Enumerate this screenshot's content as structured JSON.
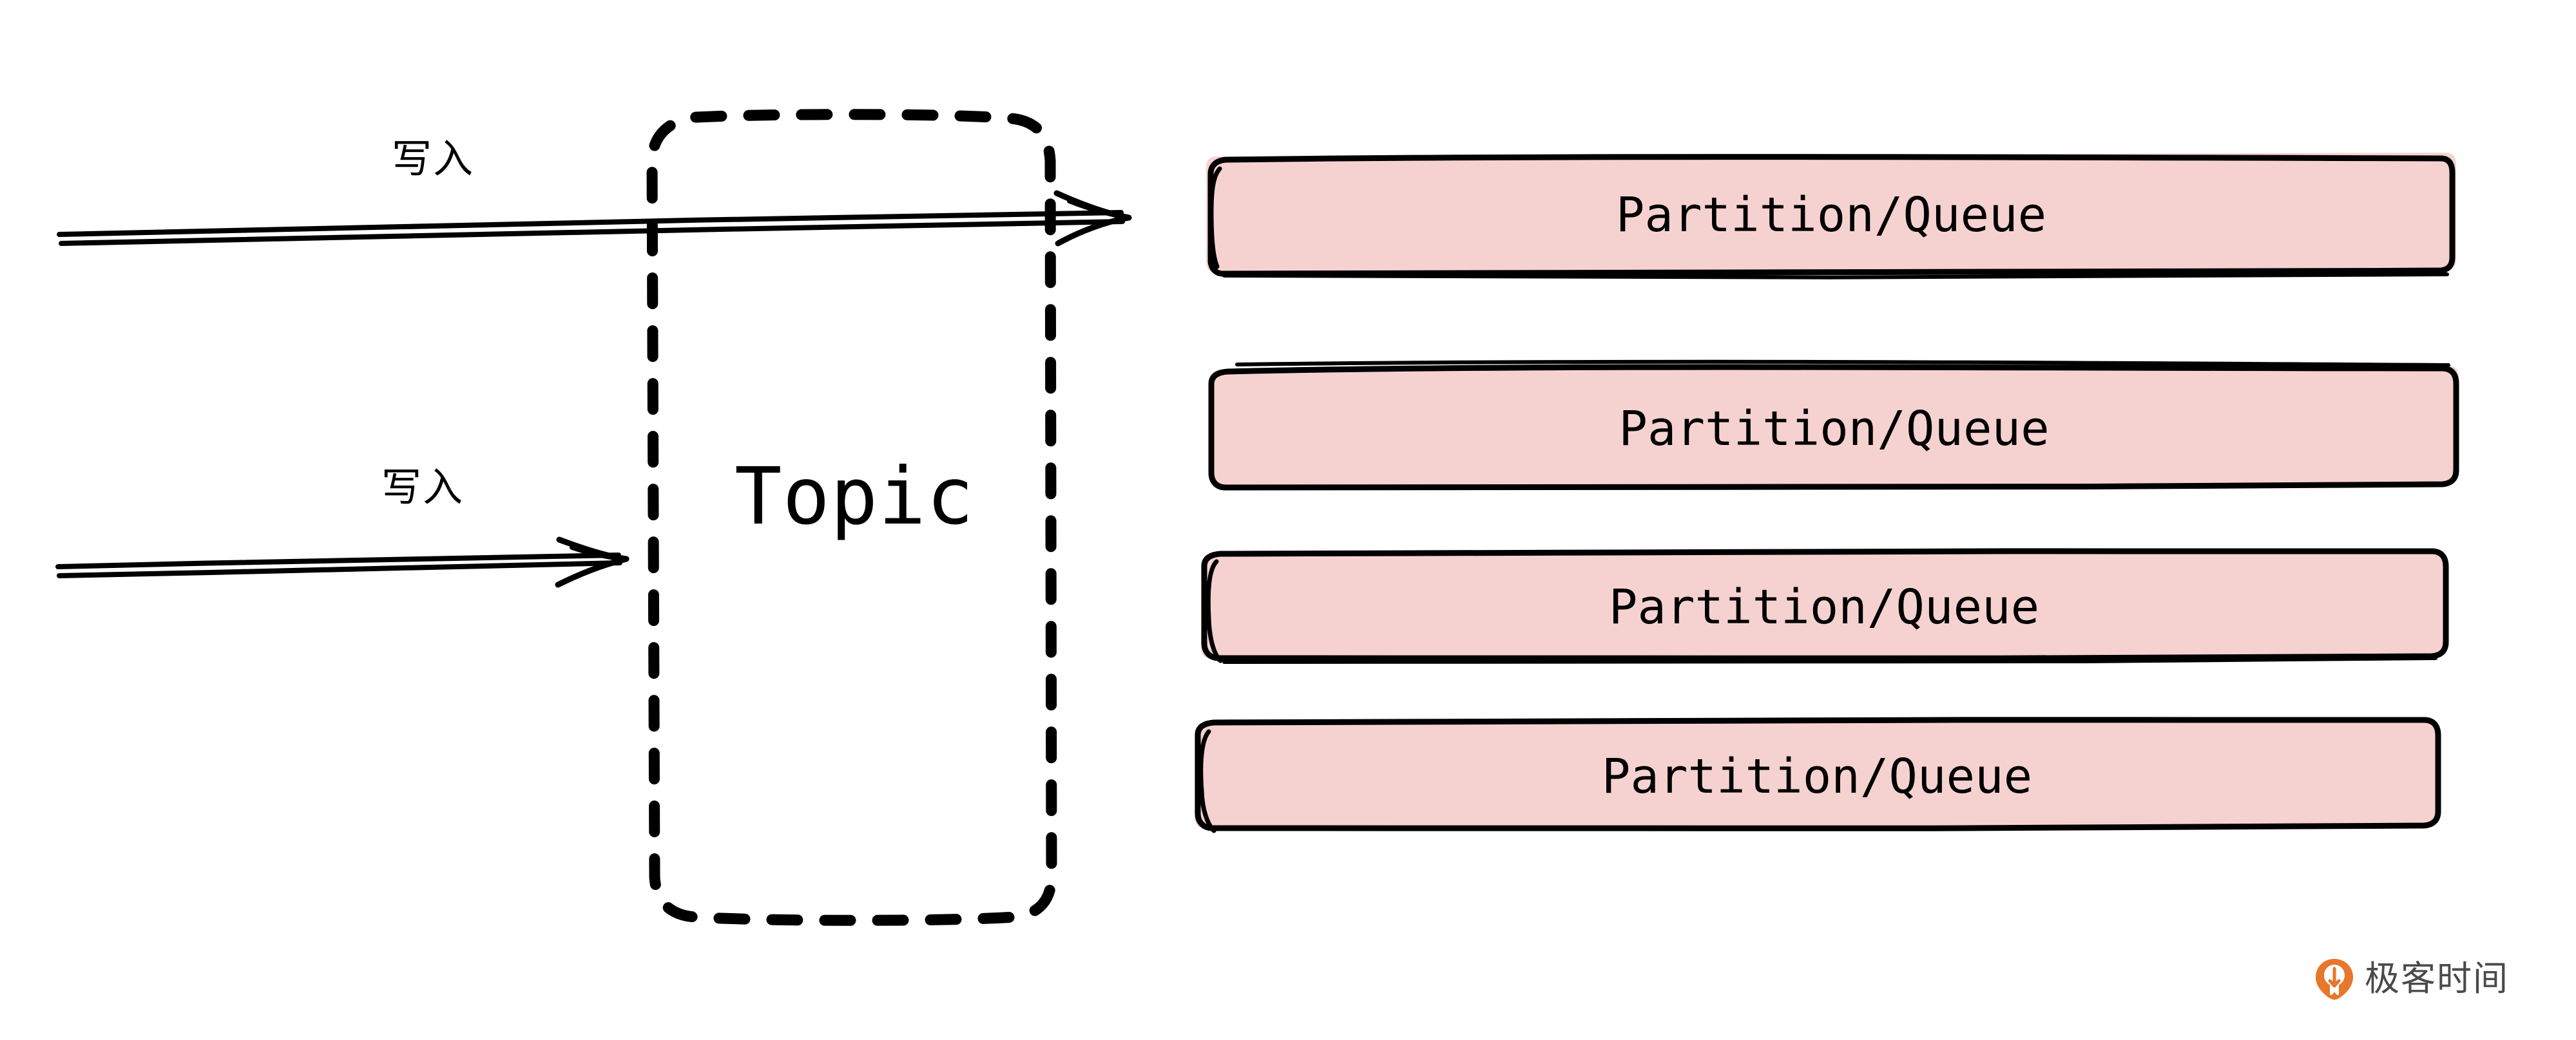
{
  "diagram": {
    "title": "Topic to Partition/Queue fan-out",
    "background_color": "#ffffff",
    "stroke_color": "#000000",
    "box_fill_color": "#f5d2d0",
    "topic": {
      "label": "Topic",
      "style": "dashed-rounded-rectangle"
    },
    "arrows": [
      {
        "label": "写入",
        "direction": "right",
        "name": "write-arrow-top"
      },
      {
        "label": "写入",
        "direction": "right",
        "name": "write-arrow-bottom"
      }
    ],
    "partitions": [
      {
        "label": "Partition/Queue"
      },
      {
        "label": "Partition/Queue"
      },
      {
        "label": "Partition/Queue"
      },
      {
        "label": "Partition/Queue"
      }
    ]
  },
  "watermark": {
    "brand": "极客时间",
    "icon": "geektime-pin-icon",
    "icon_color": "#e8762c",
    "text_color": "#4a4a4a"
  }
}
